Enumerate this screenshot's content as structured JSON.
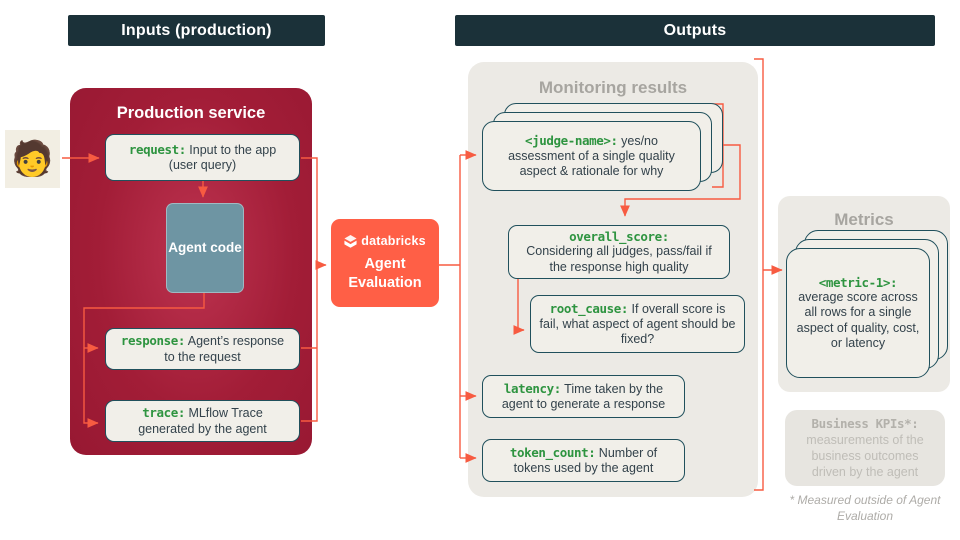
{
  "headers": {
    "inputs": "Inputs (production)",
    "outputs": "Outputs"
  },
  "person_emoji": "🧑",
  "production": {
    "title": "Production service",
    "request": {
      "code": "request:",
      "text": " Input to the app (user query)"
    },
    "agent_code": "Agent code",
    "response": {
      "code": "response:",
      "text": " Agent’s response to the request"
    },
    "trace": {
      "code": "trace:",
      "text": " MLflow Trace generated by the agent"
    }
  },
  "evaluator": {
    "brand": "databricks",
    "title": "Agent Evaluation"
  },
  "monitoring": {
    "title": "Monitoring results",
    "judge": {
      "code": "<judge-name>:",
      "text": " yes/no assessment of a single quality aspect & rationale for why"
    },
    "overall_score": {
      "code": "overall_score:",
      "text": "Considering all judges, pass/fail if the response high quality"
    },
    "root_cause": {
      "code": "root_cause:",
      "text": " If overall score is fail, what aspect of agent should be fixed?"
    },
    "latency": {
      "code": "latency:",
      "text": " Time taken by the agent to generate a response"
    },
    "token_count": {
      "code": "token_count:",
      "text": " Number of tokens used by the agent"
    }
  },
  "metrics": {
    "title": "Metrics",
    "metric": {
      "code": "<metric-1>:",
      "text": "average score across all rows for a single aspect of quality, cost, or latency"
    },
    "business_kpis": {
      "code": "Business KPIs*:",
      "text": "measurements of the business outcomes driven by the agent"
    },
    "footnote": "* Measured outside of Agent Evaluation"
  },
  "colors": {
    "header_bg": "#1b3139",
    "production_bg": "#a21d37",
    "agent_code_bg": "#6e95a3",
    "evaluator_bg": "#ff5f46",
    "card_bg": "#f1efe9",
    "card_border": "#20505c",
    "code_green": "#2e9440",
    "arrow_orange": "#f75b41",
    "panel_bg": "#eceae5",
    "muted_text": "#a7a5a0"
  }
}
